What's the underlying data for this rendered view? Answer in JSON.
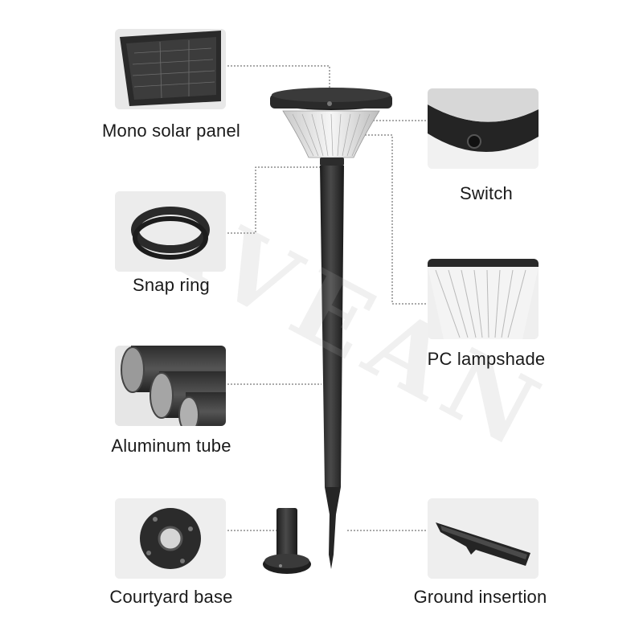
{
  "components": [
    {
      "id": "solar",
      "label": "Mono solar panel"
    },
    {
      "id": "snap",
      "label": "Snap ring"
    },
    {
      "id": "tube",
      "label": "Aluminum tube"
    },
    {
      "id": "base",
      "label": "Courtyard base"
    },
    {
      "id": "switch",
      "label": "Switch"
    },
    {
      "id": "shade",
      "label": "PC lampshade"
    },
    {
      "id": "spike",
      "label": "Ground insertion"
    }
  ],
  "watermark": "AVEAN",
  "colors": {
    "product_body": "#2b2b2b",
    "panel_bg": "#ececec",
    "leader_line": "#555555"
  }
}
